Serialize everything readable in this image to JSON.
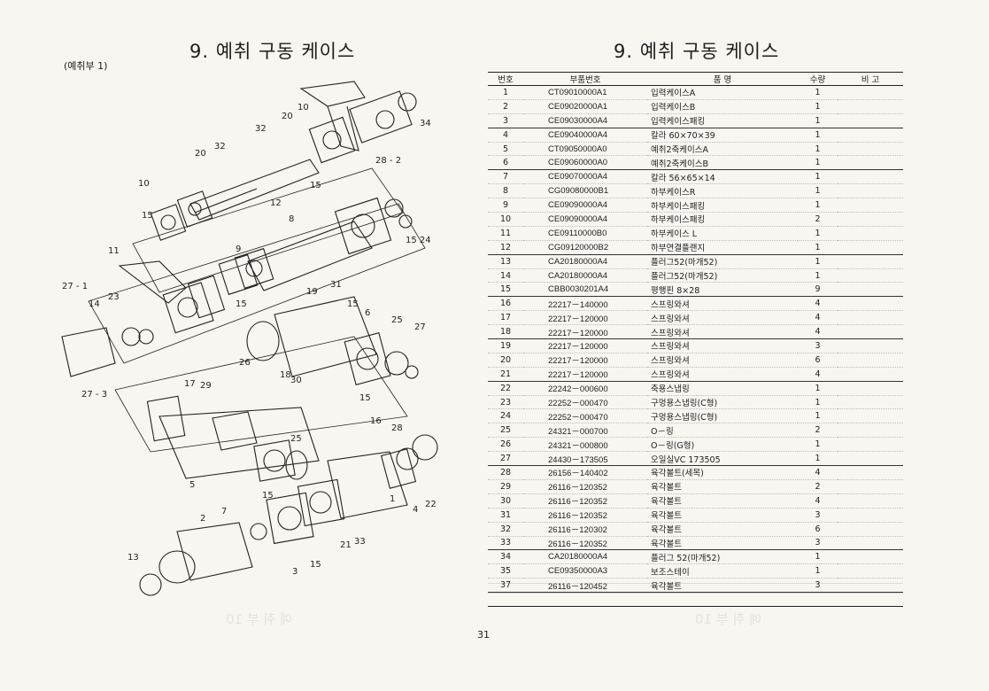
{
  "left_page": {
    "title": "9. 예취 구동 케이스",
    "subtitle": "(예취부 1)",
    "callouts": [
      "32",
      "20",
      "10",
      "34",
      "28 - 2",
      "20",
      "32",
      "10",
      "12",
      "15",
      "15",
      "8",
      "15",
      "24",
      "11",
      "27 - 1",
      "9",
      "31",
      "23",
      "14",
      "19",
      "15",
      "15",
      "6",
      "25",
      "27",
      "26",
      "18",
      "30",
      "27 - 3",
      "17",
      "29",
      "16",
      "28",
      "25",
      "5",
      "15",
      "1",
      "4",
      "22",
      "2",
      "7",
      "21",
      "33",
      "13",
      "3",
      "15"
    ]
  },
  "right_page": {
    "title": "9. 예취 구동 케이스",
    "table_headers": {
      "no": "번호",
      "part": "부품번호",
      "name": "품      명",
      "qty": "수량",
      "remark": "비  고"
    },
    "rows": [
      {
        "no": "1",
        "part": "CT09010000A1",
        "name": "입력케이스A",
        "qty": "1"
      },
      {
        "no": "2",
        "part": "CE09020000A1",
        "name": "입력케이스B",
        "qty": "1"
      },
      {
        "no": "3",
        "part": "CE09030000A4",
        "name": "입력케이스패킹",
        "qty": "1"
      },
      {
        "no": "4",
        "part": "CE09040000A4",
        "name": "칼라 60×70×39",
        "qty": "1"
      },
      {
        "no": "5",
        "part": "CT09050000A0",
        "name": "예취2축케이스A",
        "qty": "1"
      },
      {
        "no": "6",
        "part": "CE09060000A0",
        "name": "예취2축케이스B",
        "qty": "1"
      },
      {
        "no": "7",
        "part": "CE09070000A4",
        "name": "칼라 56×65×14",
        "qty": "1"
      },
      {
        "no": "8",
        "part": "CG09080000B1",
        "name": "하부케이스R",
        "qty": "1"
      },
      {
        "no": "9",
        "part": "CE09090000A4",
        "name": "하부케이스패킹",
        "qty": "1"
      },
      {
        "no": "10",
        "part": "CE09090000A4",
        "name": "하부케이스패킹",
        "qty": "2"
      },
      {
        "no": "11",
        "part": "CE09110000B0",
        "name": "하부케이스 L",
        "qty": "1"
      },
      {
        "no": "12",
        "part": "CG09120000B2",
        "name": "하부연결플랜지",
        "qty": "1"
      },
      {
        "no": "13",
        "part": "CA20180000A4",
        "name": "플러그52(마개52)",
        "qty": "1"
      },
      {
        "no": "14",
        "part": "CA20180000A4",
        "name": "플러그52(마개52)",
        "qty": "1"
      },
      {
        "no": "15",
        "part": "CBB0030201A4",
        "name": "평행핀 8×28",
        "qty": "9"
      },
      {
        "no": "16",
        "part": "22217－140000",
        "name": "스프링와셔",
        "qty": "4"
      },
      {
        "no": "17",
        "part": "22217－120000",
        "name": "스프링와셔",
        "qty": "4"
      },
      {
        "no": "18",
        "part": "22217－120000",
        "name": "스프링와셔",
        "qty": "4"
      },
      {
        "no": "19",
        "part": "22217－120000",
        "name": "스프링와셔",
        "qty": "3"
      },
      {
        "no": "20",
        "part": "22217－120000",
        "name": "스프링와셔",
        "qty": "6"
      },
      {
        "no": "21",
        "part": "22217－120000",
        "name": "스프링와셔",
        "qty": "4"
      },
      {
        "no": "22",
        "part": "22242－000600",
        "name": "축용스냅링",
        "qty": "1"
      },
      {
        "no": "23",
        "part": "22252－000470",
        "name": "구멍용스냅링(C형)",
        "qty": "1"
      },
      {
        "no": "24",
        "part": "22252－000470",
        "name": "구멍용스냅링(C형)",
        "qty": "1"
      },
      {
        "no": "25",
        "part": "24321－000700",
        "name": "O－링",
        "qty": "2"
      },
      {
        "no": "26",
        "part": "24321－000800",
        "name": "O－링(G형)",
        "qty": "1"
      },
      {
        "no": "27",
        "part": "24430－173505",
        "name": "오일실VC 173505",
        "qty": "1"
      },
      {
        "no": "28",
        "part": "26156－140402",
        "name": "육각볼트(세목)",
        "qty": "4"
      },
      {
        "no": "29",
        "part": "26116－120352",
        "name": "육각볼트",
        "qty": "2"
      },
      {
        "no": "30",
        "part": "26116－120352",
        "name": "육각볼트",
        "qty": "4"
      },
      {
        "no": "31",
        "part": "26116－120352",
        "name": "육각볼트",
        "qty": "3"
      },
      {
        "no": "32",
        "part": "26116－120302",
        "name": "육각볼트",
        "qty": "6"
      },
      {
        "no": "33",
        "part": "26116－120352",
        "name": "육각볼트",
        "qty": "3"
      },
      {
        "no": "34",
        "part": "CA20180000A4",
        "name": "플러그 52(마개52)",
        "qty": "1"
      },
      {
        "no": "35",
        "part": "CE09350000A3",
        "name": "보조스테이",
        "qty": "1"
      },
      {
        "no": "37",
        "part": "26116－120452",
        "name": "육각볼트",
        "qty": "3"
      }
    ],
    "group_end_rows": [
      3,
      6,
      12,
      15,
      18,
      21,
      27,
      33,
      36
    ]
  },
  "page_number": "31"
}
